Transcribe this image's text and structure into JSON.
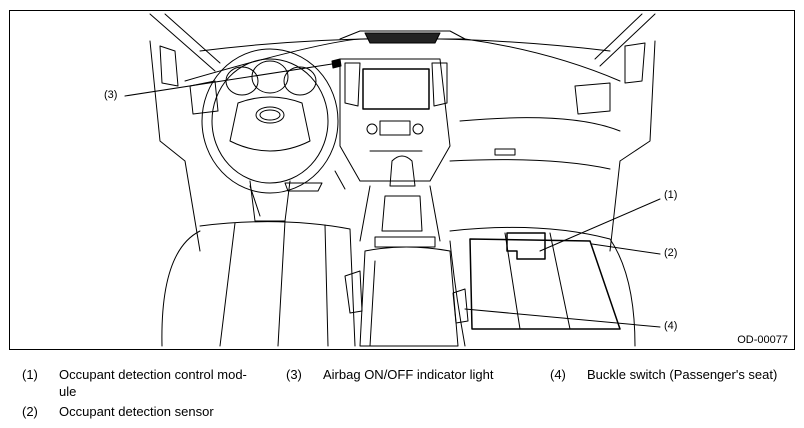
{
  "figure": {
    "id_label": "OD-00077",
    "callouts": {
      "c1": "(1)",
      "c2": "(2)",
      "c3": "(3)",
      "c4": "(4)"
    }
  },
  "legend": [
    {
      "number": "(1)",
      "text_line1": "Occupant detection control mod-",
      "text_line2": "ule"
    },
    {
      "number": "(2)",
      "text_line1": "Occupant detection sensor"
    },
    {
      "number": "(3)",
      "text_line1": "Airbag ON/OFF indicator light"
    },
    {
      "number": "(4)",
      "text_line1": "Buckle switch (Passenger's seat)"
    }
  ]
}
